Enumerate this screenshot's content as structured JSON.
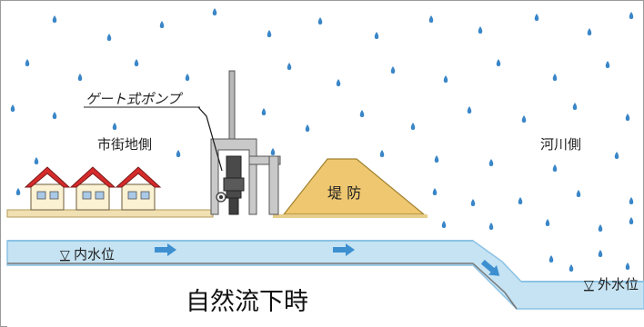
{
  "labels": {
    "city_side": "市街地側",
    "river_side": "河川側",
    "pump": "ゲート式ポンプ",
    "levee": "堤 防",
    "inner_water": "内水位",
    "outer_water": "外水位",
    "caption": "自然流下時"
  },
  "symbols": {
    "water_level_mark": "▽"
  },
  "colors": {
    "rain": "#3a86c8",
    "water": "#c5e3f3",
    "water_line": "#8cc2e4",
    "flow_arrow": "#3d8fd0",
    "ground": "#f0e0b2",
    "levee": "#eec770",
    "roof": "#d52b2b",
    "house_wall": "#fbf1d3",
    "pump_frame": "#c9c9c9",
    "pump_body": "#4a4a4a"
  },
  "icons": [
    "raindrop-icon",
    "house-icon",
    "flow-arrow-icon",
    "gate-pump-icon"
  ]
}
